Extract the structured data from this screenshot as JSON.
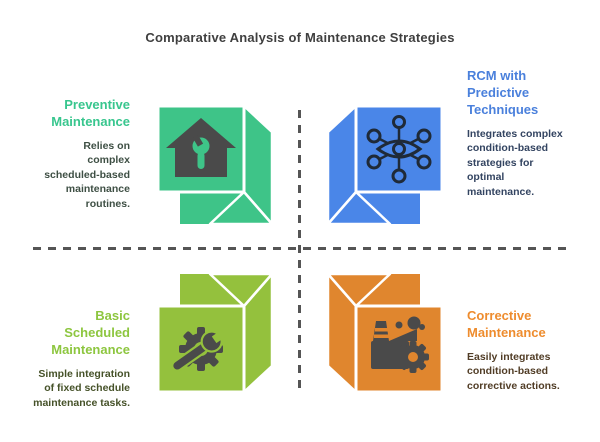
{
  "title": "Comparative Analysis of Maintenance Strategies",
  "colors": {
    "background": "#FFFFFF",
    "title": "#3F3F3F",
    "divider": "#555555",
    "box_outline": "#FFFFFF",
    "glyph": "#4A4A4A",
    "eye_glyph": "#1F2A38"
  },
  "quadrants": {
    "top_left": {
      "heading": "Preventive Maintenance",
      "body": "Relies on complex scheduled-based maintenance routines.",
      "icon": "house-wrench-icon",
      "box_color": "#3EC488",
      "heading_color": "#38C68E",
      "body_color": "#3E4F44"
    },
    "top_right": {
      "heading": "RCM with Predictive Techniques",
      "body": "Integrates complex condition-based strategies for optimal maintenance.",
      "icon": "eye-network-icon",
      "box_color": "#4A86E8",
      "heading_color": "#4A80DC",
      "body_color": "#334461"
    },
    "bottom_left": {
      "heading": "Basic Scheduled Maintenance",
      "body": "Simple integration of fixed schedule maintenance tasks.",
      "icon": "gear-wrench-icon",
      "box_color": "#94C13D",
      "heading_color": "#8DC63F",
      "body_color": "#465229"
    },
    "bottom_right": {
      "heading": "Corrective Maintenance",
      "body": "Easily integrates condition-based corrective actions.",
      "icon": "factory-gear-icon",
      "box_color": "#E0862E",
      "heading_color": "#EE8C2E",
      "body_color": "#513D26"
    }
  }
}
